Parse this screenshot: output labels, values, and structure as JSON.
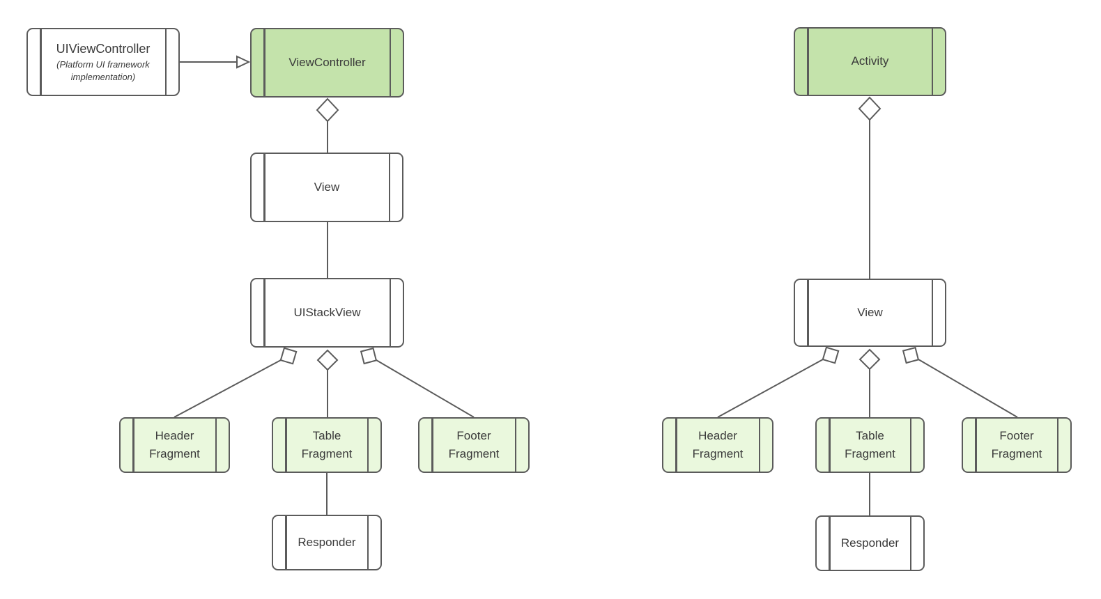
{
  "colors": {
    "background": "#ffffff",
    "border": "#5b5b5b",
    "connector": "#5b5b5b",
    "green": "#c4e3ab",
    "light_green": "#eaf8dd",
    "white": "#ffffff",
    "text": "#3a3a3a"
  },
  "left_diagram": {
    "external_note": {
      "title": "UIViewController",
      "subtitle": "(Platform UI framework implementation)"
    },
    "nodes": {
      "view_controller": "ViewController",
      "view": "View",
      "stack_view": "UIStackView",
      "header_fragment": "Header Fragment",
      "table_fragment": "Table Fragment",
      "footer_fragment": "Footer Fragment",
      "responder": "Responder"
    }
  },
  "right_diagram": {
    "nodes": {
      "activity": "Activity",
      "view": "View",
      "header_fragment": "Header Fragment",
      "table_fragment": "Table Fragment",
      "footer_fragment": "Footer Fragment",
      "responder": "Responder"
    }
  }
}
